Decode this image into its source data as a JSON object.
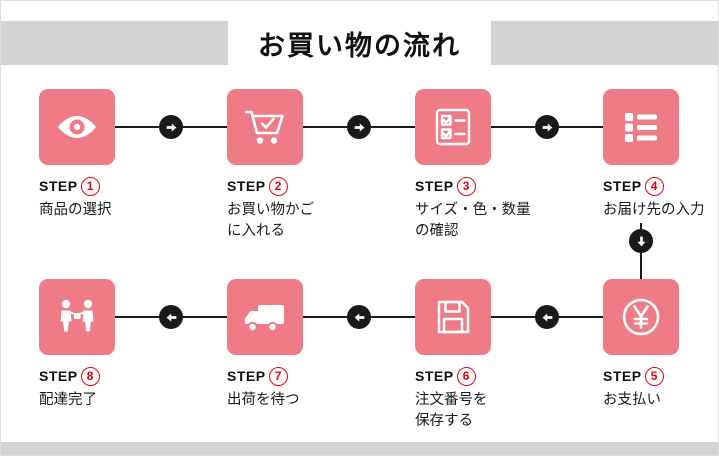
{
  "page": {
    "title": "お買い物の流れ"
  },
  "steps": [
    {
      "step_label": "STEP",
      "number": "1",
      "title": "商品の選択",
      "icon": "eye-icon"
    },
    {
      "step_label": "STEP",
      "number": "2",
      "title": "お買い物かご\nに入れる",
      "icon": "cart-icon"
    },
    {
      "step_label": "STEP",
      "number": "3",
      "title": "サイズ・色・数量\nの確認",
      "icon": "checklist-icon"
    },
    {
      "step_label": "STEP",
      "number": "4",
      "title": "お届け先の入力",
      "icon": "list-icon"
    },
    {
      "step_label": "STEP",
      "number": "5",
      "title": "お支払い",
      "icon": "yen-icon"
    },
    {
      "step_label": "STEP",
      "number": "6",
      "title": "注文番号を\n保存する",
      "icon": "floppy-icon"
    },
    {
      "step_label": "STEP",
      "number": "7",
      "title": "出荷を待つ",
      "icon": "truck-icon"
    },
    {
      "step_label": "STEP",
      "number": "8",
      "title": "配達完了",
      "icon": "handshake-icon"
    }
  ],
  "colors": {
    "accent_pink": "#ee7b85",
    "step_number_red": "#e60012",
    "band_gray": "#d3d3d3",
    "arrow_black": "#1a1a1a"
  }
}
